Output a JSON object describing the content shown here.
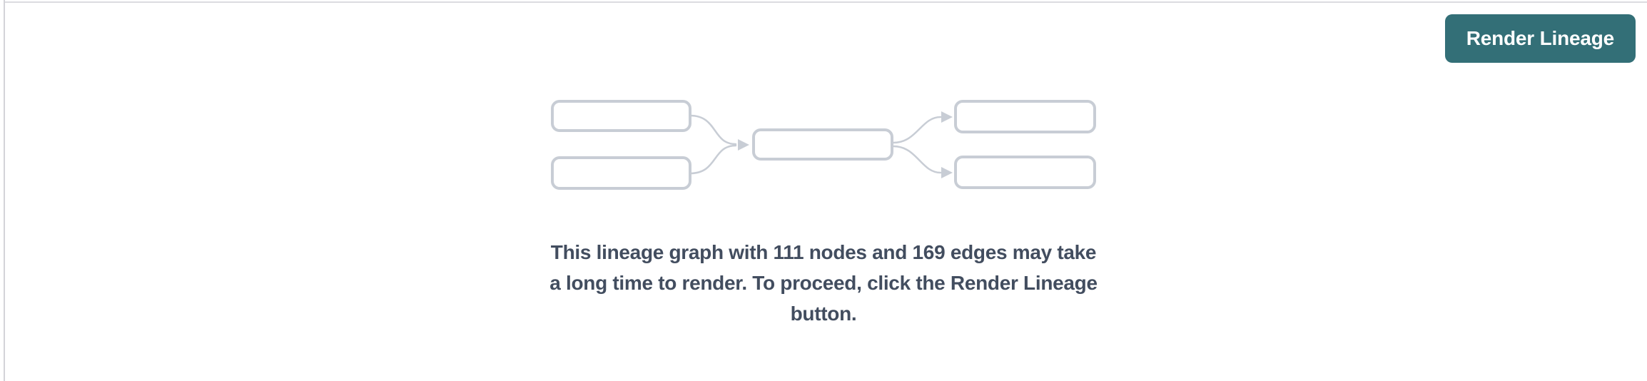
{
  "colors": {
    "accent": "#336f77",
    "accent-text": "#ffffff",
    "diagram-stroke": "#c8cdd5",
    "panel-border": "#dcdce0",
    "panel-border-left": "#d3d3d8",
    "text-primary": "#424d5f",
    "page-bg": "#ffffff"
  },
  "header": {
    "render_button_label": "Render Lineage"
  },
  "empty_state": {
    "illustration": "lineage-graph-placeholder",
    "node_count": "111",
    "edge_count": "169",
    "message_lines": [
      "This lineage graph with 111 nodes and 169 edges may take",
      "a long time to render. To proceed, click the Render Lineage",
      "button."
    ]
  }
}
